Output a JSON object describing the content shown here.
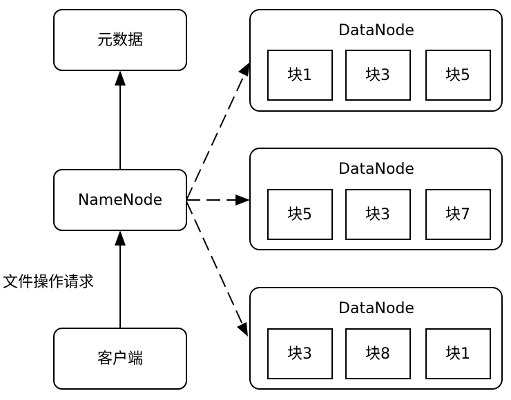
{
  "nodes": {
    "metadata": "元数据",
    "namenode": "NameNode",
    "client": "客户端"
  },
  "edge_labels": {
    "file_request": "文件操作请求"
  },
  "datanodes": [
    {
      "title": "DataNode",
      "blocks": [
        "块1",
        "块3",
        "块5"
      ]
    },
    {
      "title": "DataNode",
      "blocks": [
        "块5",
        "块3",
        "块7"
      ]
    },
    {
      "title": "DataNode",
      "blocks": [
        "块3",
        "块8",
        "块1"
      ]
    }
  ]
}
